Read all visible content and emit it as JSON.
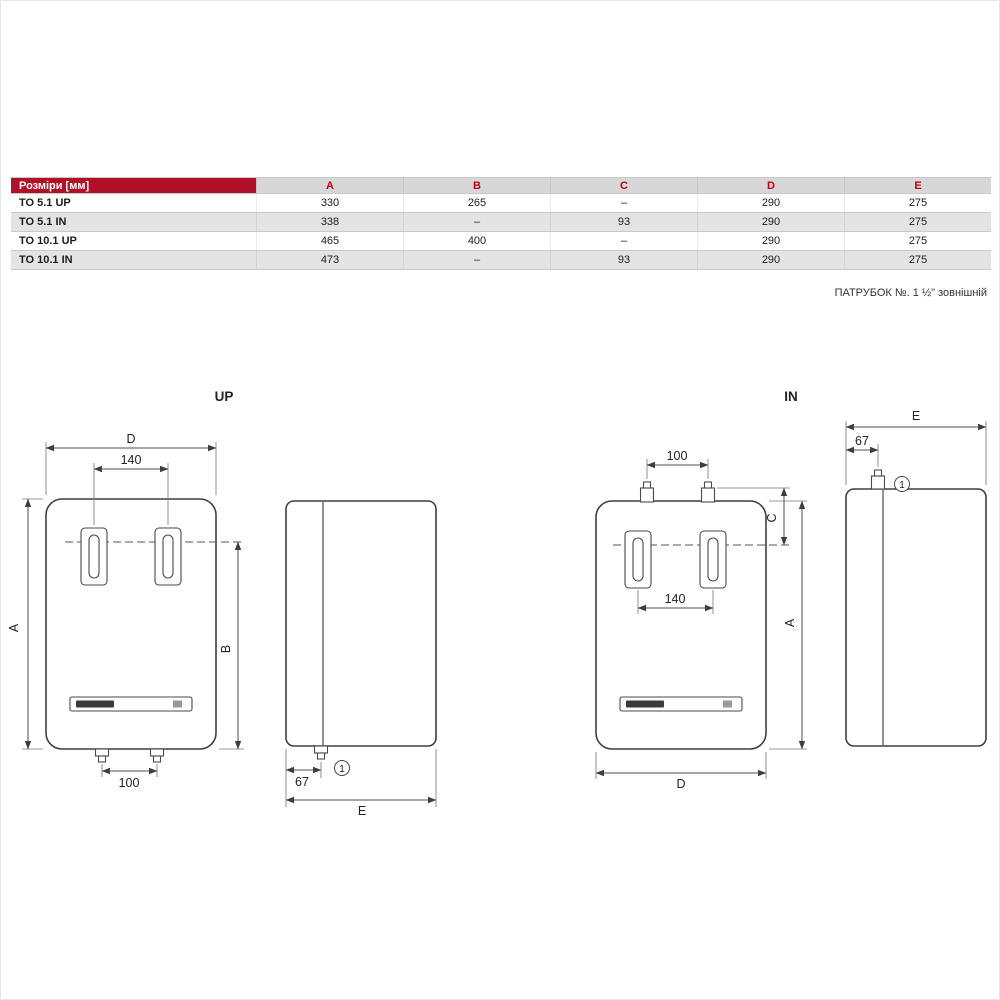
{
  "colors": {
    "accent_red": "#b01128",
    "header_letter_red": "#c00016",
    "header_gray": "#d7d7d7",
    "row_alt_gray": "#e4e4e4",
    "line_dark": "#3f3f3f"
  },
  "table": {
    "header_label": "Розміри [мм]",
    "columns": [
      "A",
      "B",
      "C",
      "D",
      "E"
    ],
    "rows": [
      {
        "model": "TO 5.1 UP",
        "values": [
          "330",
          "265",
          "–",
          "290",
          "275"
        ]
      },
      {
        "model": "TO 5.1 IN",
        "values": [
          "338",
          "–",
          "93",
          "290",
          "275"
        ]
      },
      {
        "model": "TO 10.1 UP",
        "values": [
          "465",
          "400",
          "–",
          "290",
          "275"
        ]
      },
      {
        "model": "TO 10.1 IN",
        "values": [
          "473",
          "–",
          "93",
          "290",
          "275"
        ]
      }
    ]
  },
  "note": "ПАТРУБОК №. 1 ½\" зовнішній",
  "drawings": {
    "up": {
      "title": "UP",
      "labels": {
        "width_top": "D",
        "bracket_spacing": "140",
        "height_overall": "A",
        "bracket_to_bottom": "B",
        "pipe_spacing": "100",
        "pipe_offset": "67",
        "pipe_ref": "1",
        "depth": "E"
      }
    },
    "in": {
      "title": "IN",
      "labels": {
        "pipe_spacing": "100",
        "top_to_bracket": "C",
        "bracket_spacing": "140",
        "height_overall": "A",
        "width_bottom": "D",
        "depth": "E",
        "pipe_offset": "67",
        "pipe_ref": "1"
      }
    }
  }
}
